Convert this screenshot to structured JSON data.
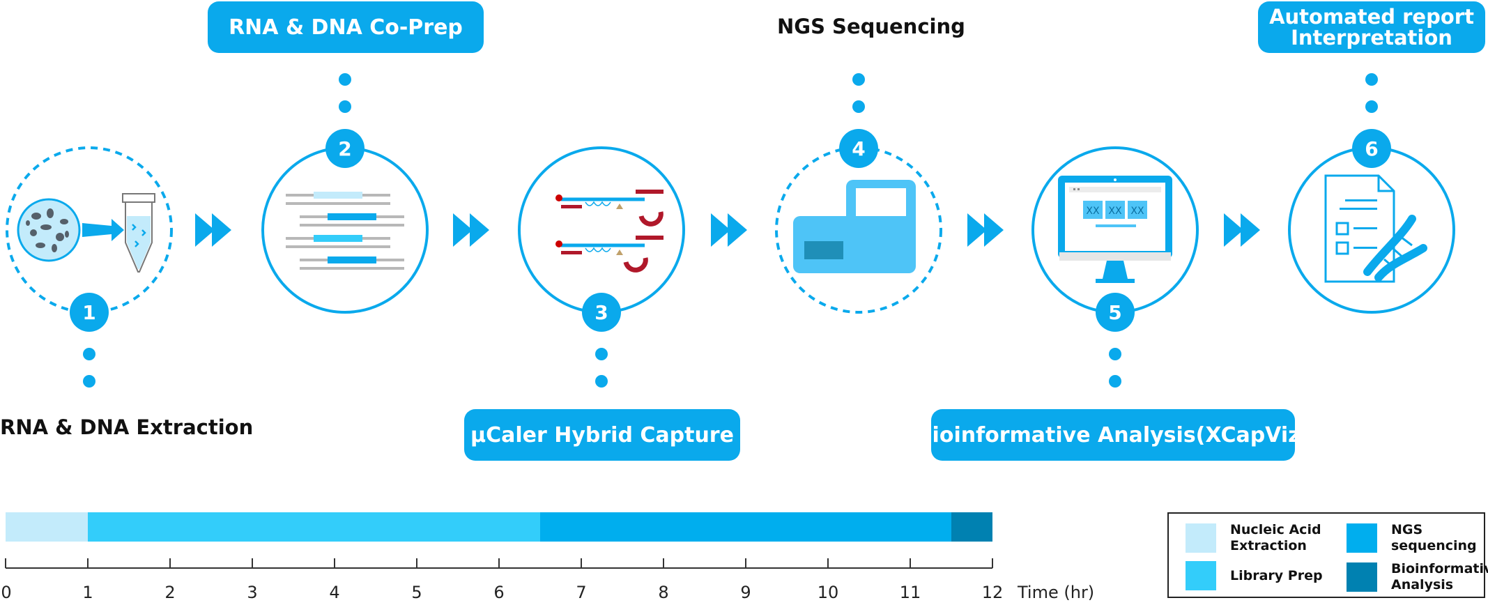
{
  "steps": [
    {
      "number": "1",
      "label": "RNA & DNA Extraction"
    },
    {
      "number": "2",
      "label": "RNA & DNA Co-Prep"
    },
    {
      "number": "3",
      "label": "μCaler Hybrid Capture"
    },
    {
      "number": "4",
      "label": "NGS Sequencing"
    },
    {
      "number": "5",
      "label": "Bioinformative Analysis(XCapViz)"
    },
    {
      "number": "6",
      "label_line1": "Automated report",
      "label_line2": "Interpretation"
    }
  ],
  "screen_tiles": [
    "XX",
    "XX",
    "XX"
  ],
  "colors": {
    "primary": "#0aa9ec",
    "nucleic_acid_extraction": "#c3ebfb",
    "library_prep": "#33cdfa",
    "ngs_sequencing": "#00aeee",
    "bioinformative_analysis": "#0081b1"
  },
  "chart_data": {
    "type": "bar",
    "orientation": "horizontal-stacked",
    "xlabel": "Time (hr)",
    "xlim": [
      0,
      12
    ],
    "xticks": [
      "0",
      "1",
      "2",
      "3",
      "4",
      "5",
      "6",
      "7",
      "8",
      "9",
      "10",
      "11",
      "12"
    ],
    "segments": [
      {
        "name": "Nucleic Acid Extraction",
        "start": 0,
        "end": 1
      },
      {
        "name": "Library Prep",
        "start": 1,
        "end": 6.5
      },
      {
        "name": "NGS sequencing",
        "start": 6.5,
        "end": 11.5
      },
      {
        "name": "Bioinformative Analysis",
        "start": 11.5,
        "end": 12
      }
    ]
  },
  "legend": {
    "placement": "bottom-right",
    "items": [
      {
        "text": "Nucleic Acid\nExtraction"
      },
      {
        "text": "NGS\nsequencing"
      },
      {
        "text": "Library Prep"
      },
      {
        "text": "Bioinformative\nAnalysis"
      }
    ]
  }
}
